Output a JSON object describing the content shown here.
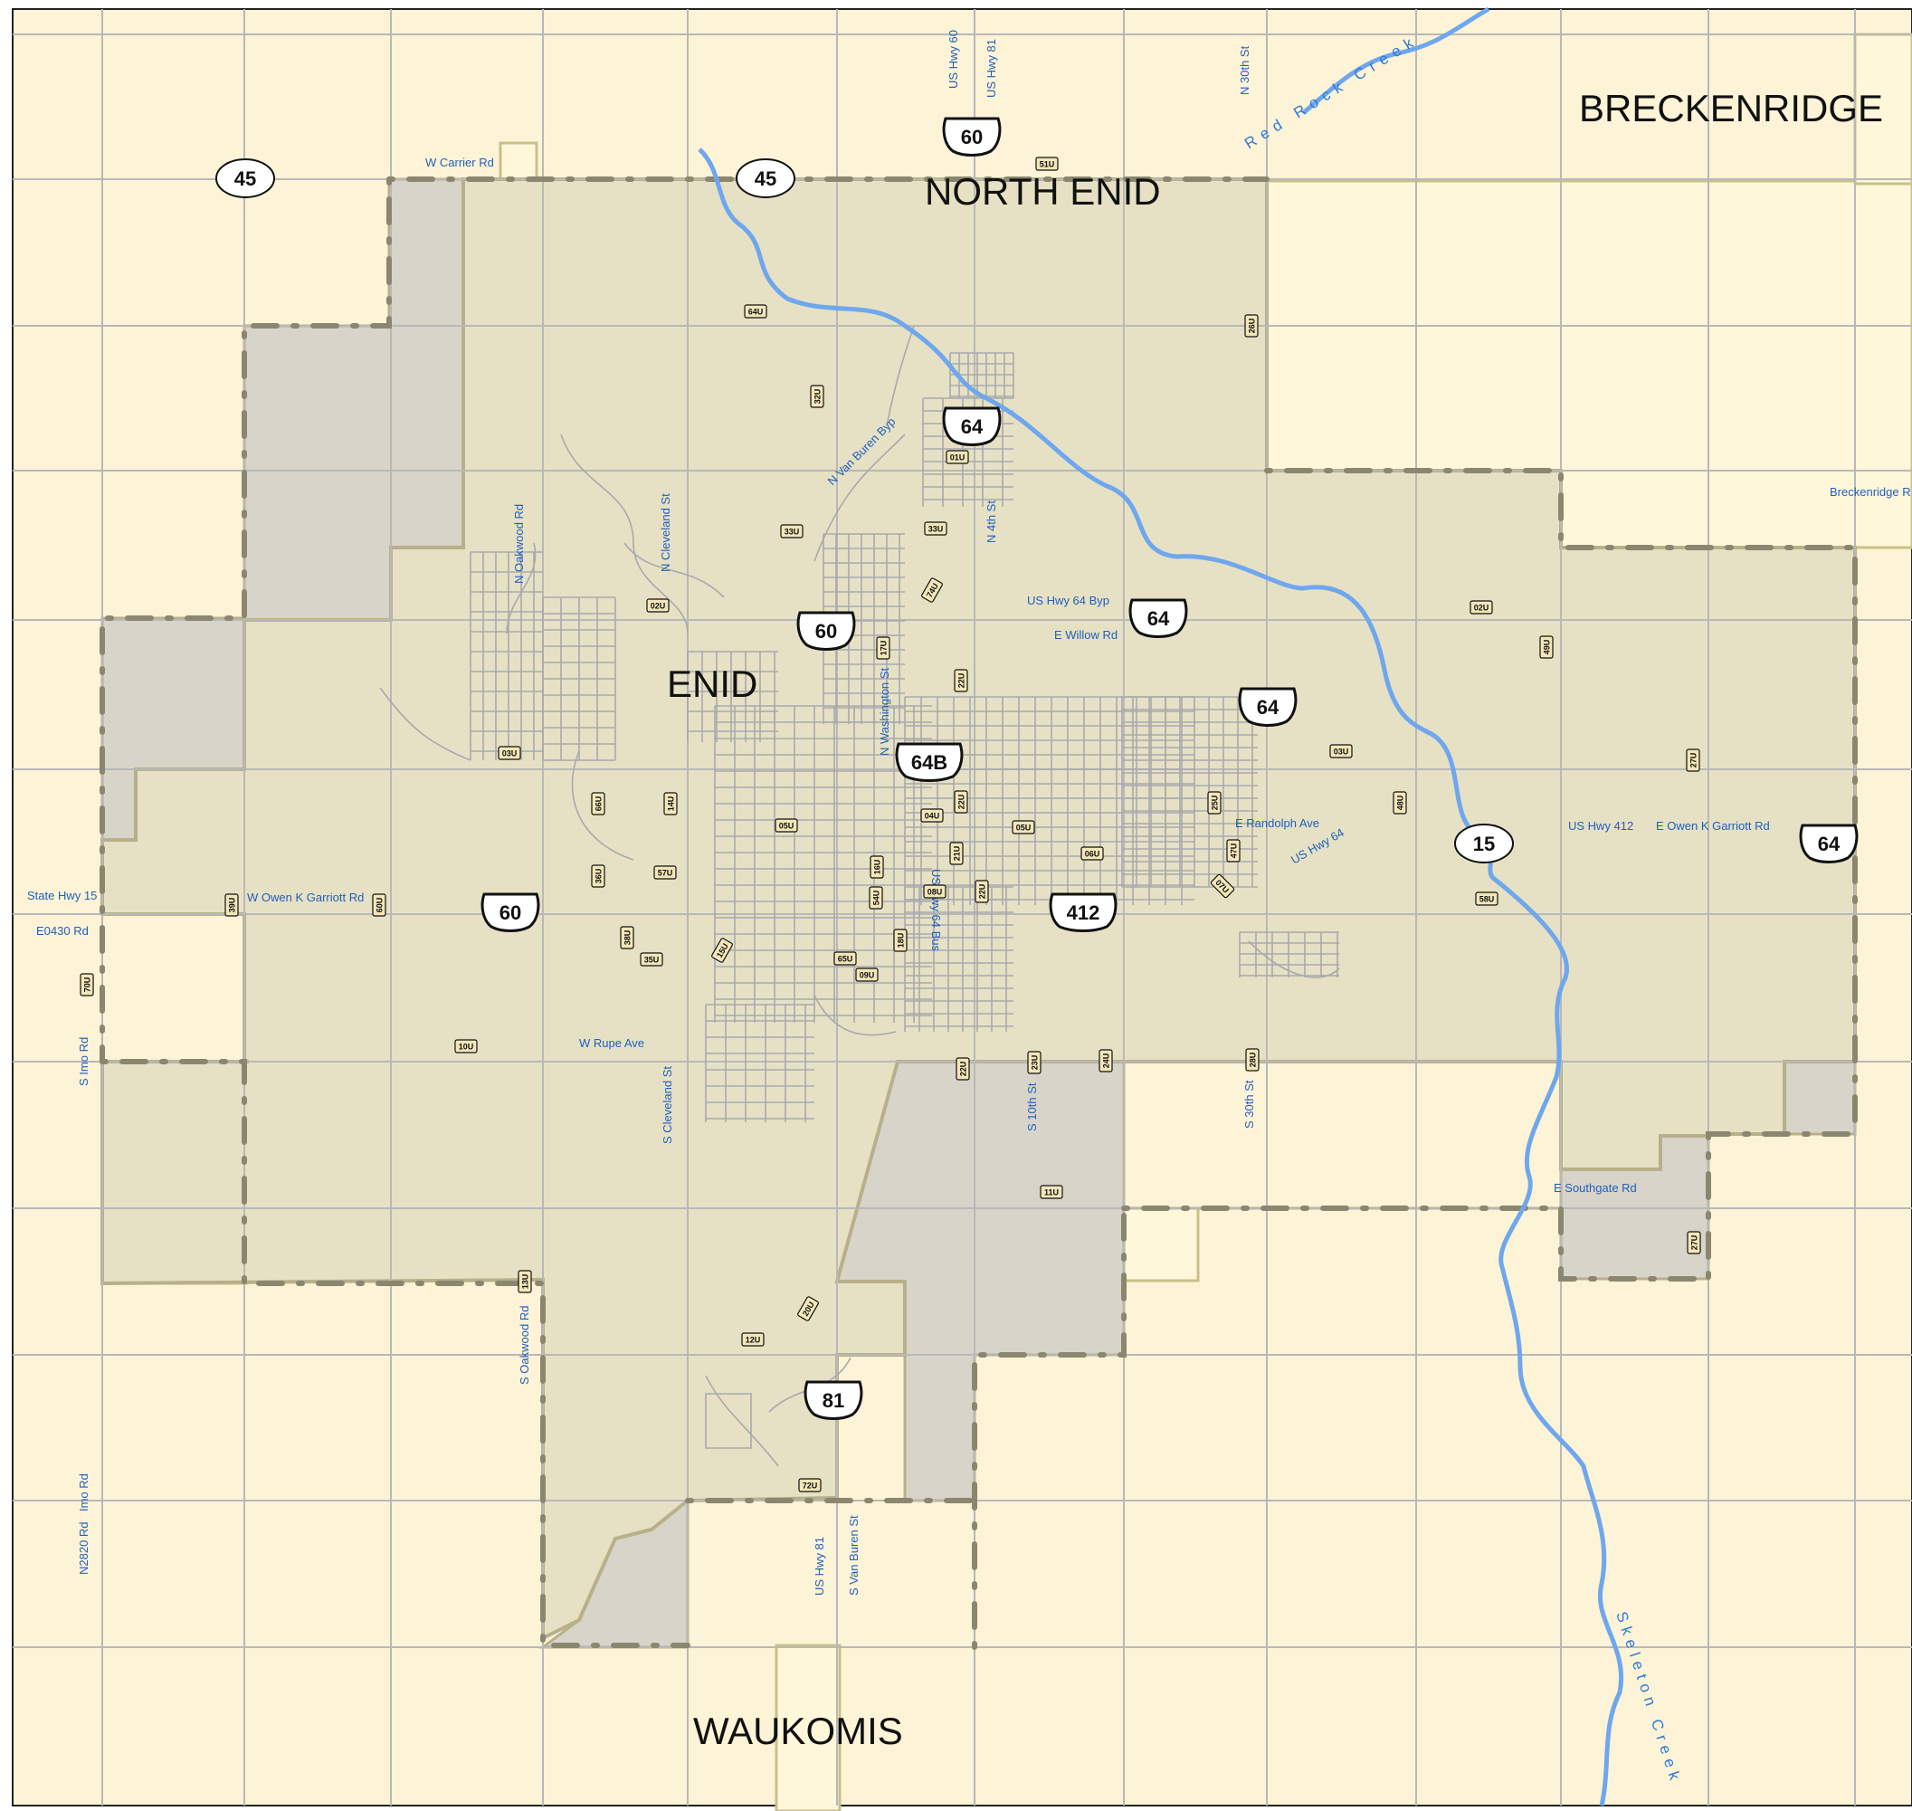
{
  "colors": {
    "background": "#fdf3d6",
    "city": "#e6e1c4",
    "unincorporated": "#d8d4c9",
    "neighbor_town": "#fff7da",
    "road": "#b8b8b8",
    "water": "#6fa7ee",
    "label": "#1f5fbf"
  },
  "place_names": {
    "enid": "ENID",
    "north_enid": "NORTH ENID",
    "breckenridge": "BRECKENRIDGE",
    "waukomis": "WAUKOMIS"
  },
  "streams": {
    "red_rock_creek": "Red Rock Creek",
    "skeleton_creek": "Skeleton Creek"
  },
  "road_labels": [
    {
      "key": "w_carrier",
      "text": "W Carrier Rd"
    },
    {
      "key": "us60n",
      "text": "US Hwy 60"
    },
    {
      "key": "us81n",
      "text": "US Hwy 81"
    },
    {
      "key": "n30th_top",
      "text": "N 30th St"
    },
    {
      "key": "breck_rd",
      "text": "Breckenridge R"
    },
    {
      "key": "n_oakwood",
      "text": "N Oakwood Rd"
    },
    {
      "key": "n_cleveland",
      "text": "N Cleveland St"
    },
    {
      "key": "n_van_buren",
      "text": "N Van Buren Byp"
    },
    {
      "key": "n4th",
      "text": "N 4th St"
    },
    {
      "key": "us64byp",
      "text": "US Hwy 64 Byp"
    },
    {
      "key": "e_willow",
      "text": "E Willow Rd"
    },
    {
      "key": "n_washington",
      "text": "N Washington St"
    },
    {
      "key": "e_randolph",
      "text": "E Randolph Ave"
    },
    {
      "key": "us64",
      "text": "US Hwy 64"
    },
    {
      "key": "us412",
      "text": "US Hwy 412"
    },
    {
      "key": "e_owen",
      "text": "E Owen K Garriott Rd"
    },
    {
      "key": "state15",
      "text": "State Hwy 15"
    },
    {
      "key": "e0430",
      "text": "E0430 Rd"
    },
    {
      "key": "w_owen",
      "text": "W Owen K Garriott Rd"
    },
    {
      "key": "us64bus",
      "text": "US Hwy 64 Bus"
    },
    {
      "key": "s_imo",
      "text": "S Imo Rd"
    },
    {
      "key": "w_rupe",
      "text": "W Rupe Ave"
    },
    {
      "key": "s_cleveland",
      "text": "S Cleveland St"
    },
    {
      "key": "s10th",
      "text": "S 10th St"
    },
    {
      "key": "s30th",
      "text": "S 30th St"
    },
    {
      "key": "e_southgate",
      "text": "E Southgate Rd"
    },
    {
      "key": "s_oakwood",
      "text": "S Oakwood Rd"
    },
    {
      "key": "n2820",
      "text": "N2820 Rd"
    },
    {
      "key": "imo_rd",
      "text": "Imo Rd"
    },
    {
      "key": "us81s",
      "text": "US Hwy 81"
    },
    {
      "key": "s_van_buren",
      "text": "S Van Buren St"
    }
  ],
  "route_shields": [
    {
      "key": "r45a",
      "type": "oval",
      "text": "45"
    },
    {
      "key": "r45b",
      "type": "oval",
      "text": "45"
    },
    {
      "key": "us60a",
      "type": "us",
      "text": "60"
    },
    {
      "key": "us64a",
      "type": "us",
      "text": "64"
    },
    {
      "key": "us64b",
      "type": "us",
      "text": "64"
    },
    {
      "key": "us60b",
      "type": "us",
      "text": "60"
    },
    {
      "key": "us64c",
      "type": "us",
      "text": "64"
    },
    {
      "key": "us64bus",
      "type": "us",
      "text": "64B"
    },
    {
      "key": "r15",
      "type": "oval",
      "text": "15"
    },
    {
      "key": "us64d",
      "type": "us",
      "text": "64"
    },
    {
      "key": "us60c",
      "type": "us",
      "text": "60"
    },
    {
      "key": "us412",
      "type": "us",
      "text": "412"
    },
    {
      "key": "us81",
      "type": "us",
      "text": "81"
    }
  ],
  "unit_codes": [
    {
      "key": "u51",
      "text": "51U"
    },
    {
      "key": "u64",
      "text": "64U"
    },
    {
      "key": "u32",
      "text": "32U"
    },
    {
      "key": "u26",
      "text": "26U"
    },
    {
      "key": "u01",
      "text": "01U"
    },
    {
      "key": "u33a",
      "text": "33U"
    },
    {
      "key": "u33b",
      "text": "33U"
    },
    {
      "key": "u74",
      "text": "74U"
    },
    {
      "key": "u02a",
      "text": "02U"
    },
    {
      "key": "u02b",
      "text": "02U"
    },
    {
      "key": "u49",
      "text": "49U"
    },
    {
      "key": "u17",
      "text": "17U"
    },
    {
      "key": "u22a",
      "text": "22U"
    },
    {
      "key": "u03a",
      "text": "03U"
    },
    {
      "key": "u03b",
      "text": "03U"
    },
    {
      "key": "u27a",
      "text": "27U"
    },
    {
      "key": "u66",
      "text": "66U"
    },
    {
      "key": "u14",
      "text": "14U"
    },
    {
      "key": "u05a",
      "text": "05U"
    },
    {
      "key": "u04",
      "text": "04U"
    },
    {
      "key": "u22b",
      "text": "22U"
    },
    {
      "key": "u05b",
      "text": "05U"
    },
    {
      "key": "u25",
      "text": "25U"
    },
    {
      "key": "u48",
      "text": "48U"
    },
    {
      "key": "u36",
      "text": "36U"
    },
    {
      "key": "u57",
      "text": "57U"
    },
    {
      "key": "u16",
      "text": "16U"
    },
    {
      "key": "u21",
      "text": "21U"
    },
    {
      "key": "u06",
      "text": "06U"
    },
    {
      "key": "u47",
      "text": "47U"
    },
    {
      "key": "u07",
      "text": "07U"
    },
    {
      "key": "u39",
      "text": "39U"
    },
    {
      "key": "u60",
      "text": "60U"
    },
    {
      "key": "u54",
      "text": "54U"
    },
    {
      "key": "u08",
      "text": "08U"
    },
    {
      "key": "u22c",
      "text": "22U"
    },
    {
      "key": "u58",
      "text": "58U"
    },
    {
      "key": "u38",
      "text": "38U"
    },
    {
      "key": "u18",
      "text": "18U"
    },
    {
      "key": "u15",
      "text": "15U"
    },
    {
      "key": "u35",
      "text": "35U"
    },
    {
      "key": "u65",
      "text": "65U"
    },
    {
      "key": "u09",
      "text": "09U"
    },
    {
      "key": "u70",
      "text": "70U"
    },
    {
      "key": "u10",
      "text": "10U"
    },
    {
      "key": "u22d",
      "text": "22U"
    },
    {
      "key": "u23",
      "text": "23U"
    },
    {
      "key": "u24",
      "text": "24U"
    },
    {
      "key": "u28",
      "text": "28U"
    },
    {
      "key": "u11",
      "text": "11U"
    },
    {
      "key": "u27b",
      "text": "27U"
    },
    {
      "key": "u13",
      "text": "13U"
    },
    {
      "key": "u20",
      "text": "20U"
    },
    {
      "key": "u12",
      "text": "12U"
    },
    {
      "key": "u72",
      "text": "72U"
    }
  ]
}
